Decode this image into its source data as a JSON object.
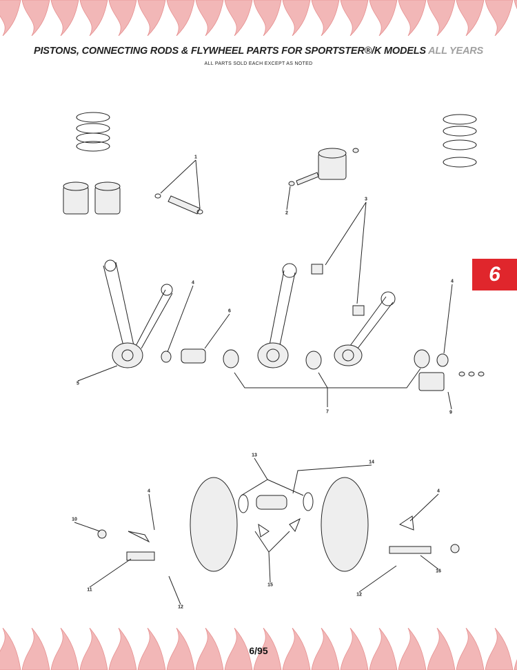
{
  "header": {
    "title": "PISTONS, CONNECTING RODS & FLYWHEEL PARTS FOR SPORTSTER®/K MODELS",
    "title_suffix": "ALL YEARS",
    "subtitle": "ALL PARTS SOLD EACH EXCEPT AS NOTED"
  },
  "section_tab": {
    "label": "6",
    "color": "#e0262c"
  },
  "callouts": [
    "1",
    "2",
    "3",
    "4",
    "6",
    "5",
    "4",
    "7",
    "9",
    "13",
    "14",
    "4",
    "10",
    "11",
    "12",
    "15",
    "4",
    "16",
    "12"
  ],
  "footer": {
    "page_number": "6/95"
  },
  "colors": {
    "flame": "#f2b7b7",
    "accent": "#e0262c"
  }
}
